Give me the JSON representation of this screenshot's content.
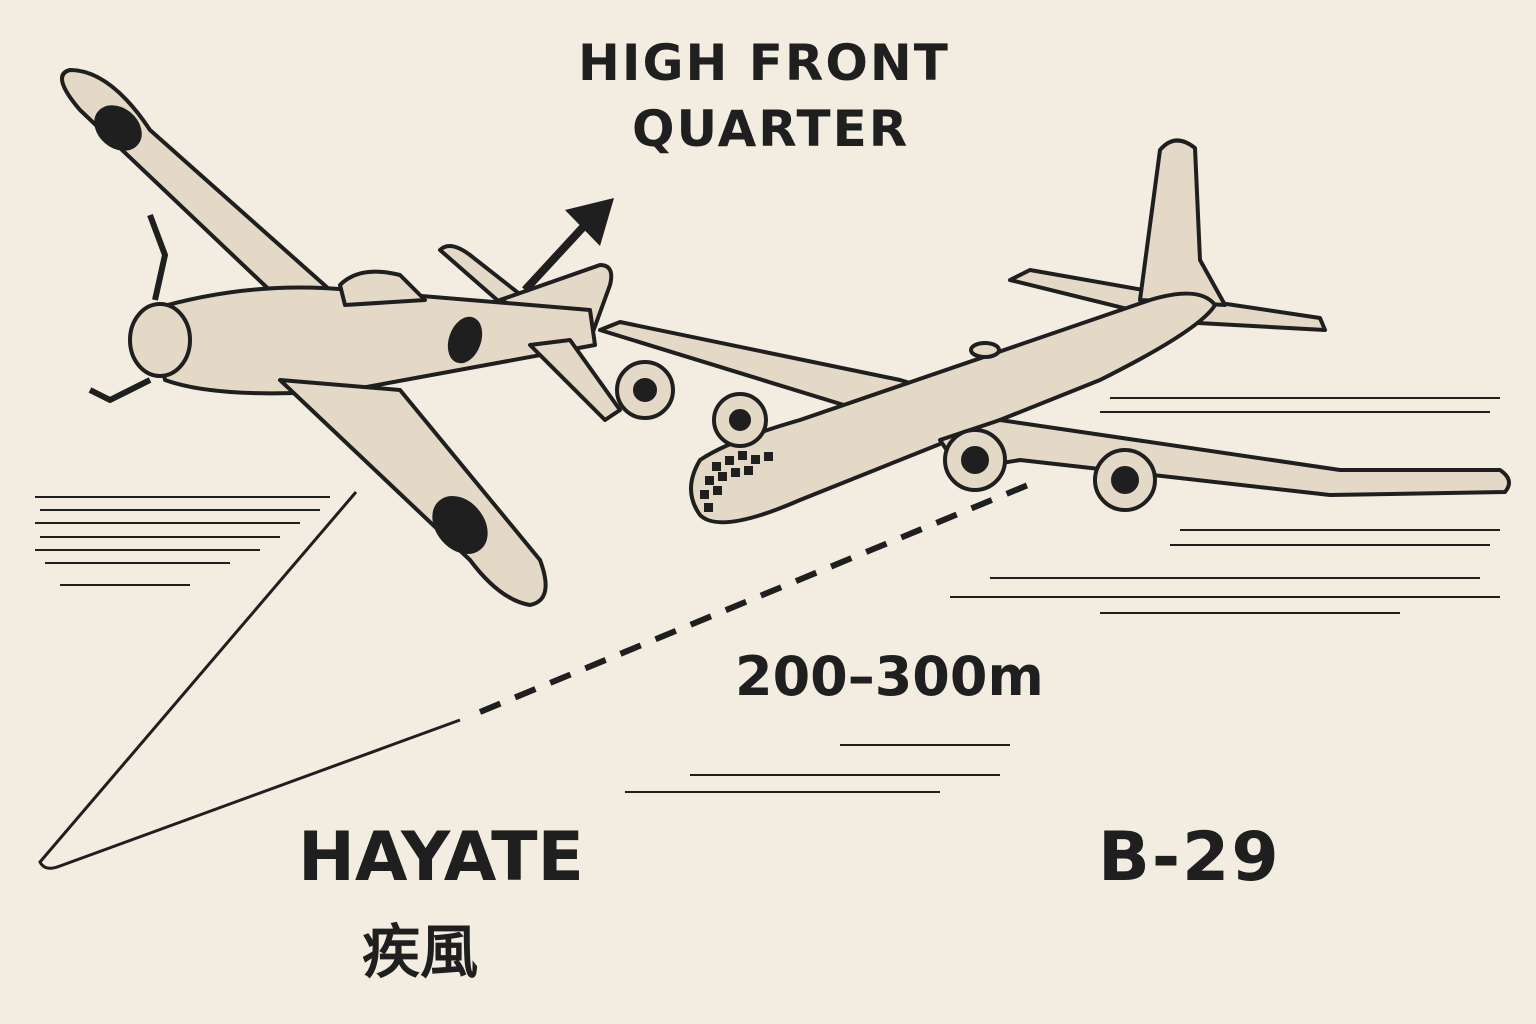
{
  "title": {
    "line1": "HIGH FRONT",
    "line2": "QUARTER"
  },
  "range_label": "200–300m",
  "fighter": {
    "name": "HAYATE",
    "name_kanji": "疾風"
  },
  "bomber": {
    "name": "B-29"
  },
  "colors": {
    "background": "#f2ece1",
    "aircraft_fill": "#e3d9c6",
    "ink": "#1f1f1f"
  }
}
